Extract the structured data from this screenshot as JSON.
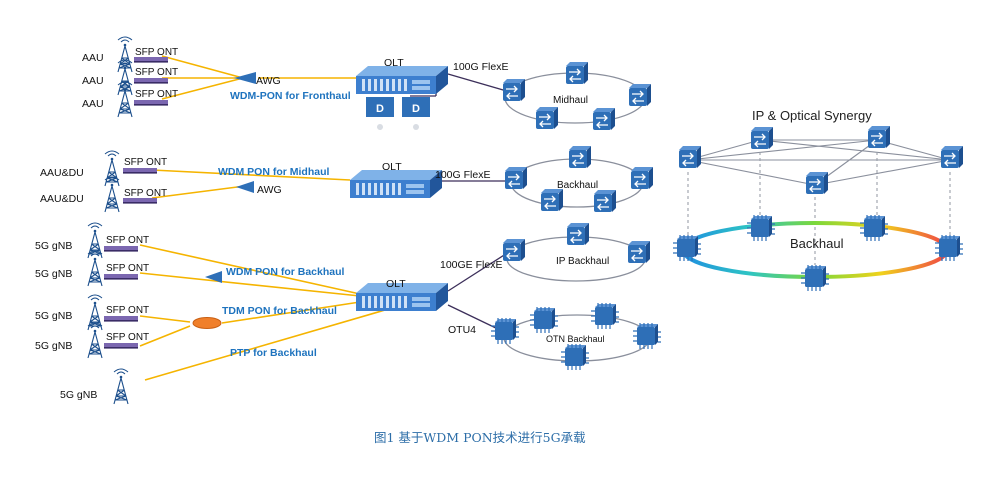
{
  "fronthaul": {
    "sites": [
      "AAU",
      "AAU",
      "AAU"
    ],
    "ont_label": "SFP ONT",
    "awg_label": "AWG",
    "title": "WDM-PON for Fronthaul",
    "olt_label": "OLT",
    "d_label": "D",
    "link_label": "100G FlexE",
    "ring_label": "Midhaul"
  },
  "midhaul": {
    "sites": [
      "AAU&DU",
      "AAU&DU"
    ],
    "ont_label": "SFP ONT",
    "title": "WDM PON for Midhaul",
    "awg_label": "AWG",
    "olt_label": "OLT",
    "link_label": "100G FlexE",
    "ring_label": "Backhaul"
  },
  "backhaul": {
    "sites": [
      "5G gNB",
      "5G gNB",
      "5G gNB",
      "5G gNB",
      "5G gNB"
    ],
    "ont_label": "SFP ONT",
    "wdm_title": "WDM PON for Backhaul",
    "tdm_title": "TDM PON for Backhaul",
    "ptp_title": "PTP for Backhaul",
    "olt_label": "OLT",
    "ip_link_label": "100GE FlexE",
    "otn_link_label": "OTU4",
    "ip_ring_label": "IP Backhaul",
    "otn_ring_label": "OTN Backhaul"
  },
  "synergy": {
    "title": "IP & Optical Synergy",
    "ring_label": "Backhaul"
  },
  "caption": "图1  基于WDM PON技术进行5G承载",
  "colors": {
    "fiber": "#f5b400",
    "router": "#2e6fb7",
    "heading": "#1e73be",
    "caption": "#2d6ea8"
  }
}
